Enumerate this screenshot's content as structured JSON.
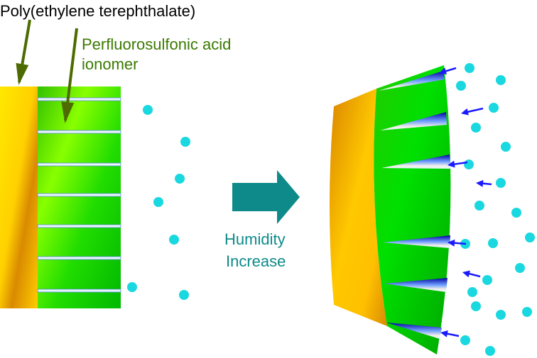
{
  "labels": {
    "pet": "Poly(ethylene terephthalate)",
    "ionomer_line1": "Perfluorosulfonic acid",
    "ionomer_line2": "ionomer",
    "humidity_line1": "Humidity",
    "humidity_line2": "Increase"
  },
  "colors": {
    "pet_label": "#000000",
    "ionomer_label": "#3a7a00",
    "pointer_arrow": "#4d6b00",
    "process_arrow": "#0e8a8a",
    "water_dot": "#1ad8e0",
    "water_arrow": "#1a1aff"
  }
}
